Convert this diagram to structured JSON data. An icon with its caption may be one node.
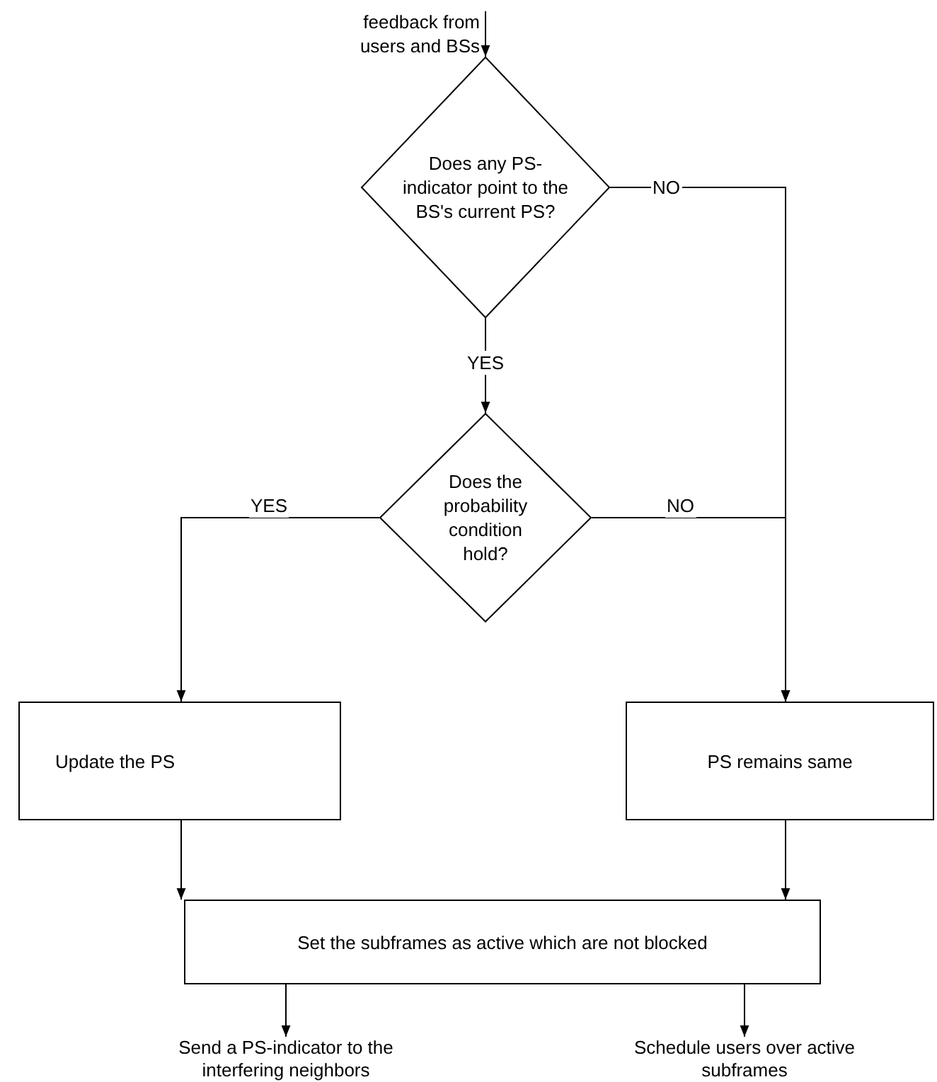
{
  "diagram": {
    "nodes": [
      {
        "text": [
          "Does any PS-indicator point to the BS's current PS?"
        ]
      },
      {
        "text": [
          "Does the probability condition hold?"
        ]
      },
      {
        "text": [
          "Update the PS"
        ]
      },
      {
        "text": [
          "PS remains same"
        ]
      },
      {
        "text": [
          "Set the subframes as active which are not blocked"
        ]
      },
      {
        "text": [
          "Send a PS-indicator to the interfering neighbors"
        ]
      },
      {
        "text": [
          "Schedule users over active subframes"
        ]
      }
    ],
    "edges": [
      {
        "from": null,
        "to": 0,
        "arrow": "to",
        "label": "feedback from users and BSs"
      },
      {
        "from": 0,
        "to": 1,
        "arrow": "to",
        "label": "YES"
      },
      {
        "from": 0,
        "to": 3,
        "arrow": "to",
        "label": "NO"
      },
      {
        "from": 1,
        "to": 2,
        "arrow": "to",
        "label": "YES"
      },
      {
        "from": 1,
        "to": 3,
        "arrow": "to",
        "label": "NO"
      },
      {
        "from": 2,
        "to": 4,
        "arrow": "to"
      },
      {
        "from": 3,
        "to": 4,
        "arrow": "to"
      },
      {
        "from": 4,
        "to": 5,
        "arrow": "to"
      },
      {
        "from": 4,
        "to": 6,
        "arrow": "to"
      }
    ]
  }
}
